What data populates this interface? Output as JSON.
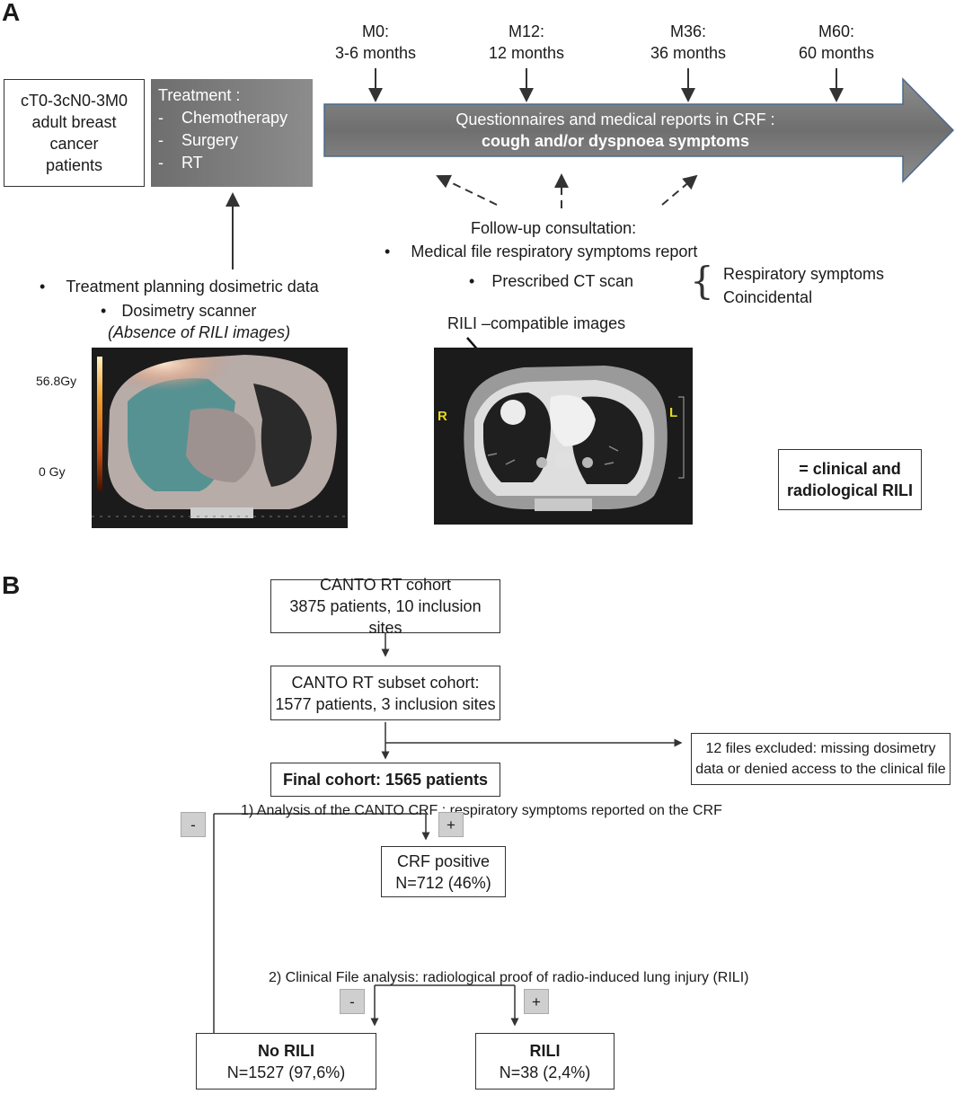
{
  "panelA": {
    "letter": "A",
    "timepoints": [
      {
        "code": "M0:",
        "label": "3-6 months"
      },
      {
        "code": "M12:",
        "label": "12 months"
      },
      {
        "code": "M36:",
        "label": "36 months"
      },
      {
        "code": "M60:",
        "label": "60 months"
      }
    ],
    "patients_box": [
      "cT0-3cN0-3M0",
      "adult breast",
      "cancer",
      "patients"
    ],
    "treatment": {
      "title": "Treatment :",
      "items": [
        "Chemotherapy",
        "Surgery",
        "RT"
      ],
      "dash": "-"
    },
    "arrow_text_line1": "Questionnaires and medical reports in CRF :",
    "arrow_text_line2": "cough and/or dyspnoea symptoms",
    "followup_title": "Follow-up consultation:",
    "followup_item1": "Medical file respiratory symptoms report",
    "followup_item2": "Prescribed CT scan",
    "ct_reasons": [
      "Respiratory symptoms",
      "Coincidental"
    ],
    "bullet": "•",
    "brace": "{",
    "planning_item1": "Treatment planning dosimetric data",
    "planning_item2": "Dosimetry scanner",
    "planning_note": "(Absence of RILI images)",
    "rili_images_label": "RILI –compatible images",
    "dose_max": "56.8Gy",
    "dose_min": "0 Gy",
    "scan_R": "R",
    "scan_L": "L",
    "definition_box": [
      "= clinical and",
      "radiological RILI"
    ]
  },
  "panelB": {
    "letter": "B",
    "canto_cohort": [
      "CANTO RT cohort",
      "3875 patients, 10 inclusion sites"
    ],
    "subset_cohort": [
      "CANTO RT subset cohort:",
      "1577 patients, 3 inclusion sites"
    ],
    "excluded": [
      "12 files excluded: missing dosimetry",
      "data or denied access to the clinical file"
    ],
    "final_cohort": "Final cohort: 1565 patients",
    "step1": "1) Analysis of the CANTO CRF : respiratory symptoms reported on the CRF",
    "minus": "-",
    "plus": "+",
    "crf_positive": [
      "CRF positive",
      "N=712 (46%)"
    ],
    "step2": "2) Clinical File analysis: radiological proof of radio-induced lung injury (RILI)",
    "no_rili": {
      "title": "No RILI",
      "value": "N=1527 (97,6%)"
    },
    "rili": {
      "title": "RILI",
      "value": "N=38 (2,4%)"
    }
  }
}
